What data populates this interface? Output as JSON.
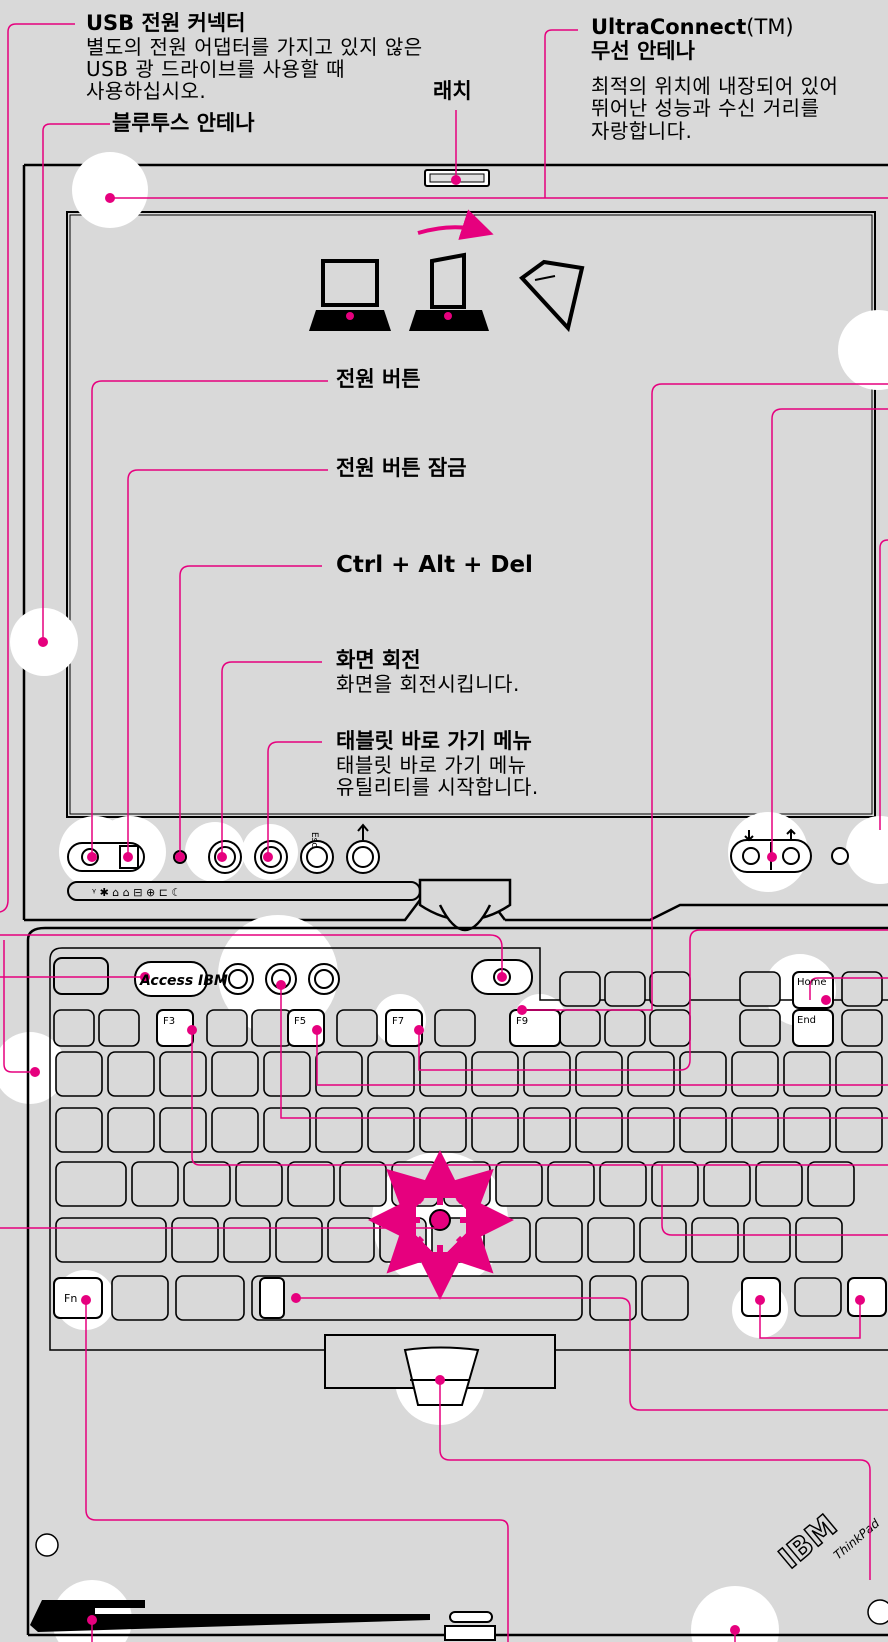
{
  "colors": {
    "accent": "#e6007e",
    "background": "#d9d9d9",
    "outline": "#000000",
    "halo": "#ffffff"
  },
  "callouts": {
    "usb_power": {
      "title": "USB 전원 커넥터",
      "desc": [
        "별도의 전원 어댑터를 가지고 있지 않은",
        "USB 광 드라이브를 사용할 때",
        "사용하십시오."
      ]
    },
    "latch": {
      "title": "래치"
    },
    "bluetooth": {
      "title": "블루투스 안테나"
    },
    "ultraconnect": {
      "title_main": "UltraConnect",
      "title_suffix": "(TM)",
      "title_line2": "무선 안테나",
      "desc": [
        "최적의 위치에 내장되어 있어",
        "뛰어난 성능과 수신 거리를",
        "자랑합니다."
      ]
    },
    "power_button": {
      "title": "전원 버튼"
    },
    "power_lock": {
      "title": "전원 버튼 잠금"
    },
    "ctrl_alt_del": {
      "title": "Ctrl + Alt + Del"
    },
    "screen_rotation": {
      "title": "화면 회전",
      "desc": [
        "화면을 회전시킵니다."
      ]
    },
    "tablet_menu": {
      "title": "태블릿 바로 가기 메뉴",
      "desc": [
        "태블릿 바로 가기 메뉴",
        "유틸리티를 시작합니다."
      ]
    }
  },
  "keyboard": {
    "access_ibm": "Access IBM",
    "fn": "Fn",
    "f3": "F3",
    "f5": "F5",
    "f7": "F7",
    "f9": "F9",
    "home": "Home",
    "end": "End",
    "esc": "Esc"
  },
  "brand": {
    "logo": "IBM",
    "model": "ThinkPad"
  },
  "icons": [
    "laptop-mode-icon",
    "convertible-mode-icon",
    "tablet-mode-icon",
    "rotate-arrow-icon",
    "trackpoint-arrow-icon"
  ]
}
